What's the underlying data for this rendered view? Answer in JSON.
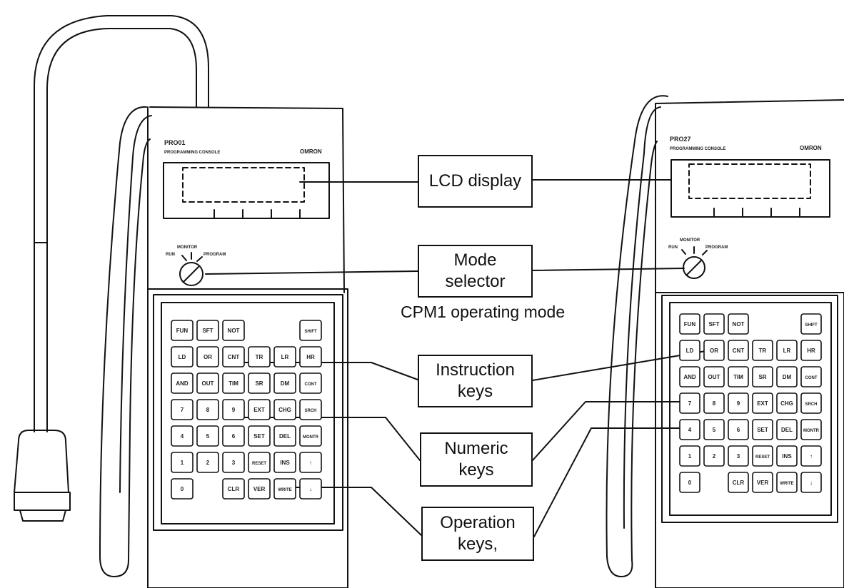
{
  "callouts": {
    "lcd": {
      "line1": "LCD display"
    },
    "mode": {
      "line1": "Mode",
      "line2": "selector"
    },
    "mode_caption": "CPM1 operating mode",
    "instruction": {
      "line1": "Instruction",
      "line2": "keys"
    },
    "numeric": {
      "line1": "Numeric",
      "line2": "keys"
    },
    "operation": {
      "line1": "Operation",
      "line2": "keys,"
    }
  },
  "left_console": {
    "model": "PRO01",
    "subtitle": "PROGRAMMING CONSOLE",
    "brand": "OMRON",
    "mode_labels": {
      "top": "MONITOR",
      "left": "RUN",
      "right": "PROGRAM"
    },
    "keys": [
      [
        "FUN",
        "SFT",
        "NOT",
        "",
        "",
        "SHIFT"
      ],
      [
        "LD",
        "OR",
        "CNT",
        "TR",
        "LR",
        "HR"
      ],
      [
        "AND",
        "OUT",
        "TIM",
        "SR",
        "DM",
        "CONT"
      ],
      [
        "7",
        "8",
        "9",
        "EXT",
        "CHG",
        "SRCH"
      ],
      [
        "4",
        "5",
        "6",
        "SET",
        "DEL",
        "MONTR"
      ],
      [
        "1",
        "2",
        "3",
        "RESET",
        "INS",
        "↑"
      ],
      [
        "0",
        "",
        "CLR",
        "VER",
        "WRITE",
        "↓"
      ]
    ]
  },
  "right_console": {
    "model": "PRO27",
    "subtitle": "PROGRAMMING CONSOLE",
    "brand": "OMRON",
    "mode_labels": {
      "top": "MONITOR",
      "left": "RUN",
      "right": "PROGRAM"
    },
    "keys": [
      [
        "FUN",
        "SFT",
        "NOT",
        "",
        "",
        "SHIFT"
      ],
      [
        "LD",
        "OR",
        "CNT",
        "TR",
        "LR",
        "HR"
      ],
      [
        "AND",
        "OUT",
        "TIM",
        "SR",
        "DM",
        "CONT"
      ],
      [
        "7",
        "8",
        "9",
        "EXT",
        "CHG",
        "SRCH"
      ],
      [
        "4",
        "5",
        "6",
        "SET",
        "DEL",
        "MONTR"
      ],
      [
        "1",
        "2",
        "3",
        "RESET",
        "INS",
        "↑"
      ],
      [
        "0",
        "",
        "CLR",
        "VER",
        "WRITE",
        "↓"
      ]
    ]
  }
}
